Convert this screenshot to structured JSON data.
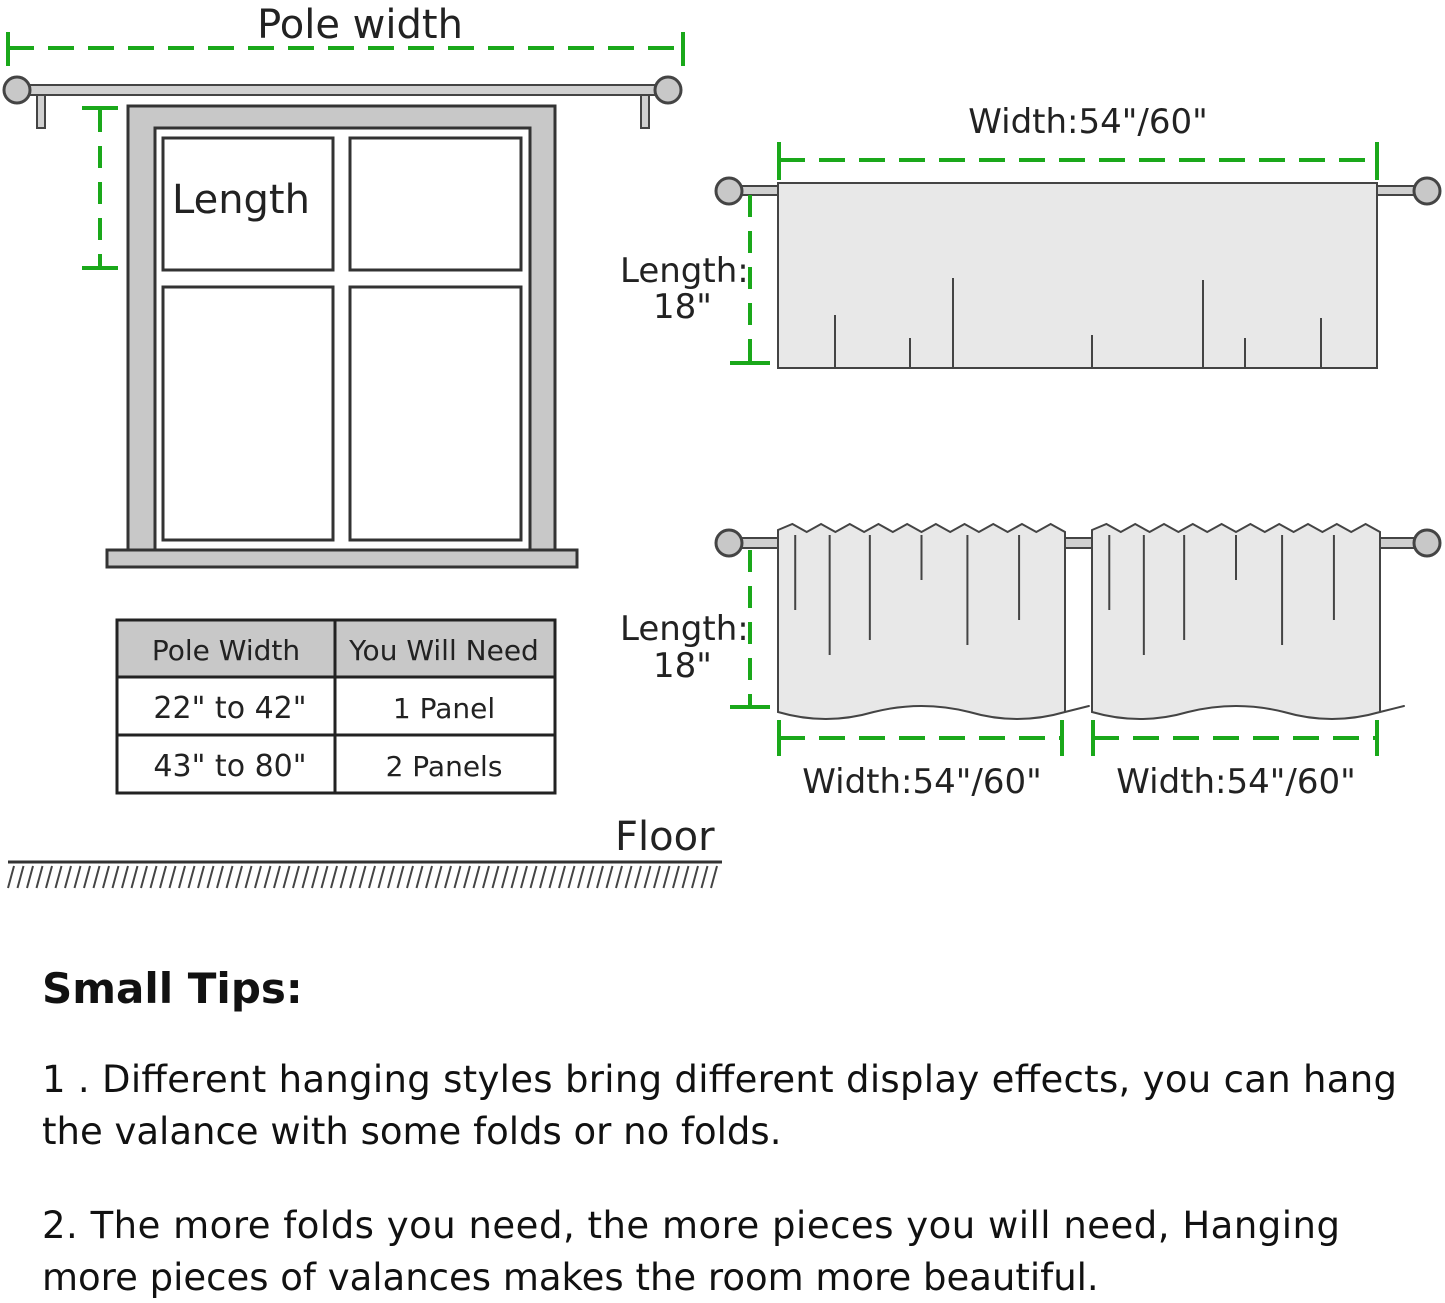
{
  "left_diagram": {
    "pole_width_label": "Pole width",
    "length_label": "Length",
    "floor_label": "Floor"
  },
  "table": {
    "headers": [
      "Pole Width",
      "You Will Need"
    ],
    "rows": [
      [
        "22\" to 42\"",
        "1 Panel"
      ],
      [
        "43\" to 80\"",
        "2 Panels"
      ]
    ]
  },
  "flat_valance": {
    "width_label": "Width:54\"/60\"",
    "length_label": "Length:",
    "length_value": "18\""
  },
  "gathered_valance": {
    "length_label": "Length:",
    "length_value": "18\"",
    "width_labels": [
      "Width:54\"/60\"",
      "Width:54\"/60\""
    ]
  },
  "tips": {
    "title": "Small Tips:",
    "items": [
      {
        "line1": "1 . Different hanging styles bring different display effects, you can hang",
        "line2": "the valance with some folds or no folds."
      },
      {
        "line1": "2. The more folds you need, the more pieces you will need, Hanging",
        "line2": "more pieces of valances makes the room more beautiful."
      }
    ]
  },
  "colors": {
    "dimension": "#1aa81a",
    "frame": "#c8c8c8",
    "fabric": "#e8e8e8",
    "outline": "#333333"
  }
}
